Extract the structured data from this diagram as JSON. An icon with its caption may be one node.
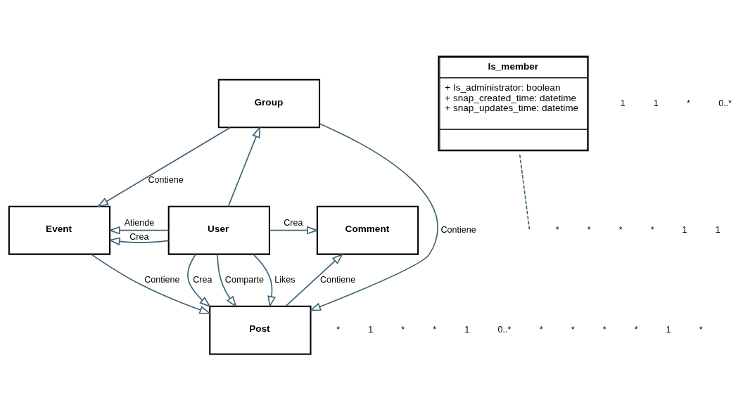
{
  "diagram": {
    "nodes": [
      {
        "text": [
          "Group"
        ]
      },
      {
        "text": [
          "Is_member",
          "+ Is_administrator: boolean",
          "+ snap_created_time: datetime",
          "+ snap_updates_time: datetime"
        ]
      },
      {
        "text": [
          "Event"
        ]
      },
      {
        "text": [
          "User"
        ]
      },
      {
        "text": [
          "Comment"
        ]
      },
      {
        "text": [
          "Post"
        ]
      }
    ],
    "edges": [
      {
        "from": 0,
        "to": 5,
        "arrow": "to",
        "label": "Contiene"
      },
      {
        "from": 0,
        "to": 2,
        "arrow": "to",
        "label": "Contiene"
      },
      {
        "from": 3,
        "to": 0,
        "arrow": "to"
      },
      {
        "from": 1,
        "to": null,
        "arrow": "none",
        "style": "dashed"
      },
      {
        "from": 3,
        "to": 2,
        "arrow": "to",
        "label": "Atiende"
      },
      {
        "from": 3,
        "to": 2,
        "arrow": "to",
        "label": "Crea"
      },
      {
        "from": 3,
        "to": 4,
        "arrow": "to",
        "label": "Crea"
      },
      {
        "from": 3,
        "to": 5,
        "arrow": "to",
        "label": "Comparte"
      },
      {
        "from": 3,
        "to": 5,
        "arrow": "to",
        "label": "Likes"
      },
      {
        "from": 3,
        "to": 5,
        "arrow": "to",
        "label": "Crea"
      },
      {
        "from": 2,
        "to": 5,
        "arrow": "to",
        "label": "Contiene"
      },
      {
        "from": 5,
        "to": 4,
        "arrow": "to",
        "label": "Contiene"
      }
    ],
    "labels": [
      "1",
      "1",
      "*",
      "0..*",
      "*",
      "*",
      "*",
      "*",
      "1",
      "1",
      "*",
      "1",
      "*",
      "*",
      "1",
      "0..*",
      "*",
      "*",
      "*",
      "*",
      "1",
      "*"
    ]
  }
}
